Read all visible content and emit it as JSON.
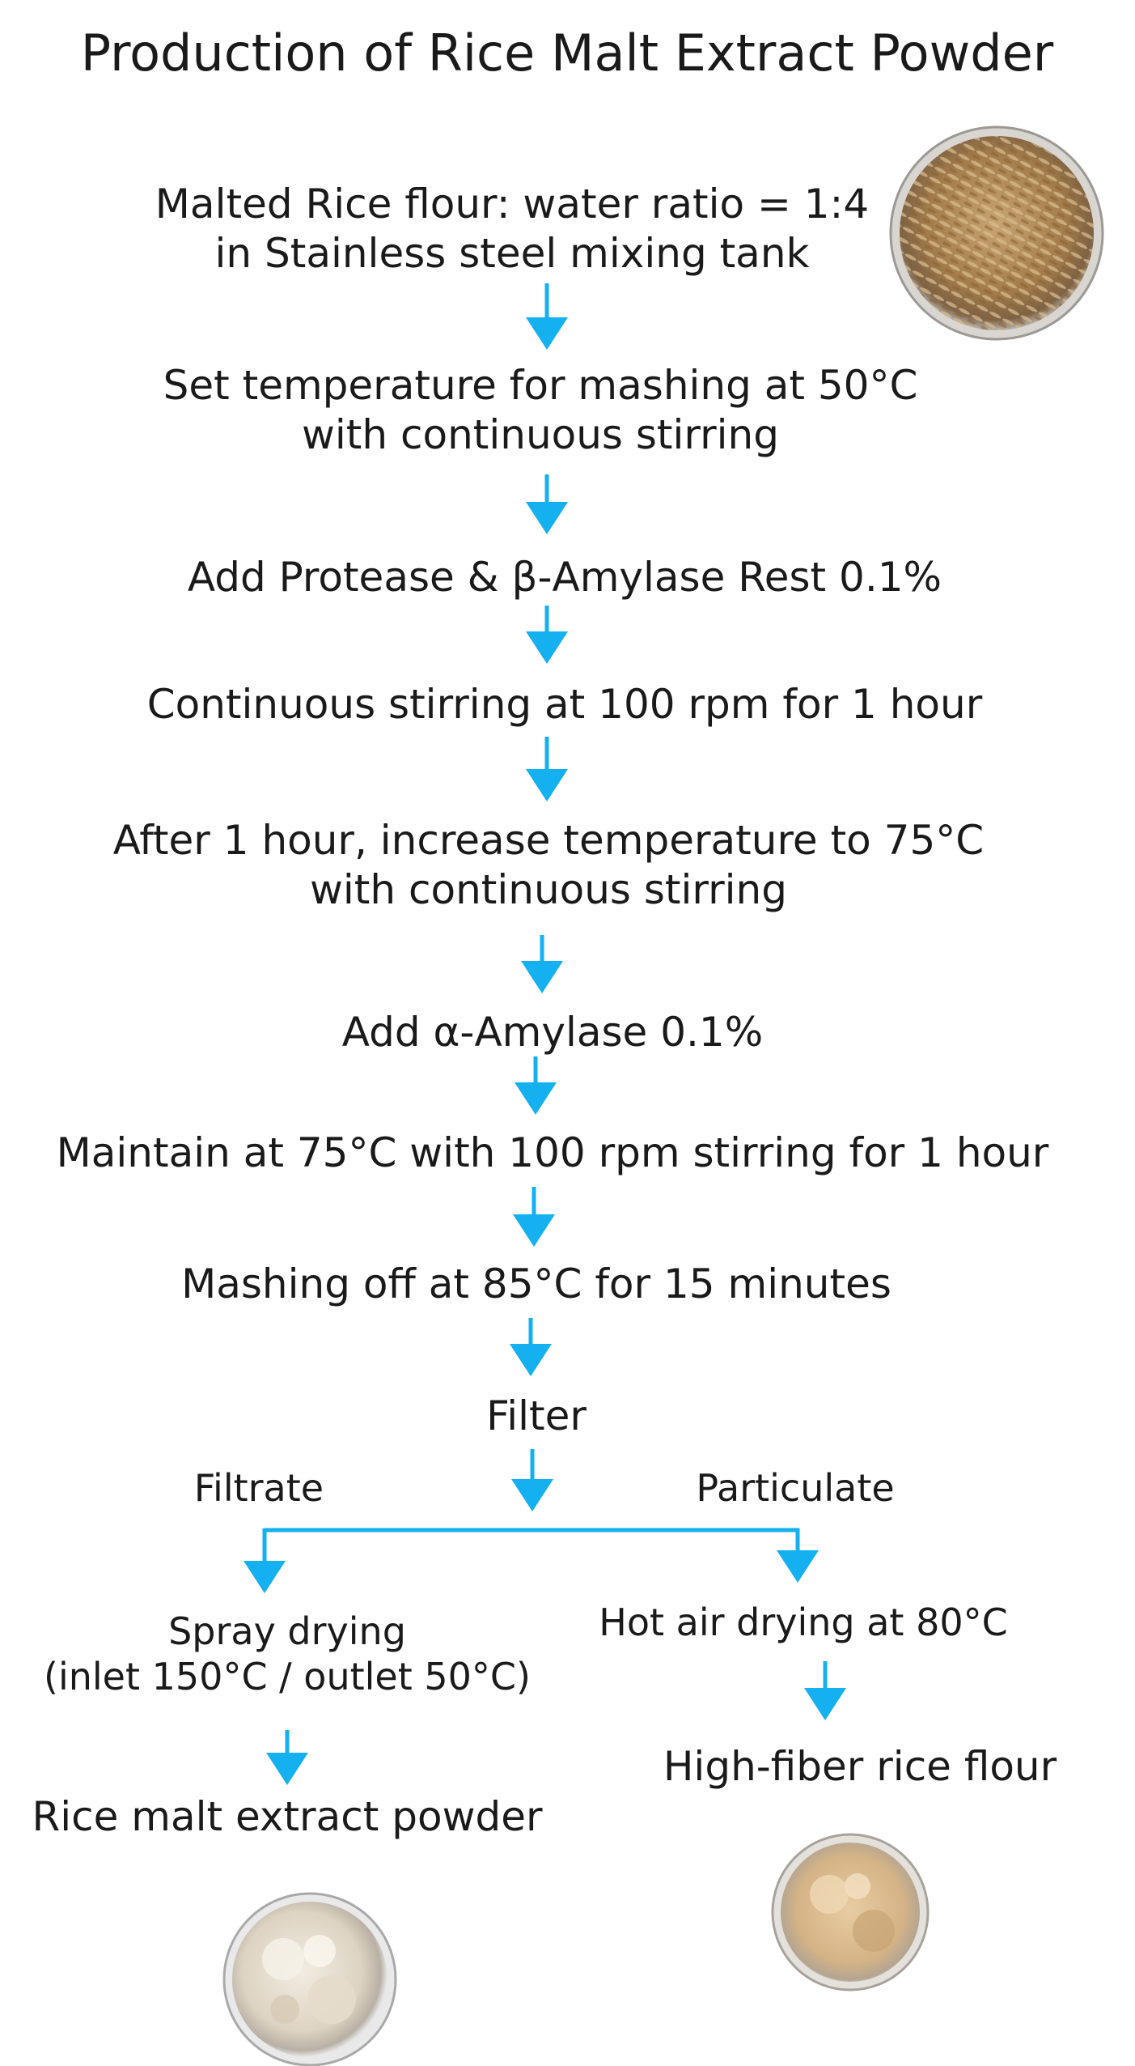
{
  "title": "Production of Rice Malt Extract Powder",
  "steps": [
    {
      "lines": [
        "Malted Rice flour: water ratio = 1:4",
        "in Stainless steel mixing tank"
      ]
    },
    {
      "lines": [
        "Set temperature for mashing at 50°C",
        "with continuous stirring"
      ]
    },
    {
      "lines": [
        "Add Protease & β-Amylase Rest 0.1%"
      ]
    },
    {
      "lines": [
        "Continuous stirring at 100 rpm for 1 hour"
      ]
    },
    {
      "lines": [
        "After 1 hour, increase temperature to 75°C",
        "with continuous stirring"
      ]
    },
    {
      "lines": [
        "Add α-Amylase 0.1%"
      ]
    },
    {
      "lines": [
        "Maintain at 75°C with 100 rpm stirring for 1 hour"
      ]
    },
    {
      "lines": [
        "Mashing off at 85°C for 15 minutes"
      ]
    },
    {
      "lines": [
        "Filter"
      ]
    }
  ],
  "branches": {
    "left_label": "Filtrate",
    "right_label": "Particulate",
    "left_step": [
      "Spray drying",
      "(inlet 150°C / outlet 50°C)"
    ],
    "left_product": "Rice malt extract powder",
    "right_step": "Hot air drying at  80°C",
    "right_product": "High-fiber rice flour"
  },
  "colors": {
    "arrow": "#14b0f0",
    "text": "#1a1a1a"
  },
  "images": [
    "malted-rice-grains-photo",
    "rice-malt-extract-powder-photo",
    "high-fiber-rice-flour-photo"
  ]
}
